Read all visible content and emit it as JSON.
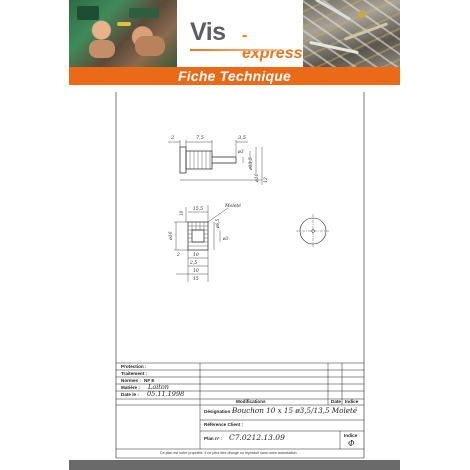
{
  "header": {
    "brand_vis": "Vis",
    "brand_express": "-express",
    "title": "Fiche Technique"
  },
  "drawing": {
    "side_view_dims": [
      "2",
      "7,5",
      "3,5",
      "ø3",
      "ø13,5",
      "ø10",
      "12"
    ],
    "front_view_dims": [
      "ø10",
      "15,5",
      "Moleté",
      "ø6,5",
      "10",
      "ø3",
      "10",
      "2",
      "2,5",
      "10",
      "15"
    ]
  },
  "title_block": {
    "labels": {
      "protection": "Protection :",
      "traitement": "Traitement :",
      "normes": "Normes :",
      "matiere": "Matière :",
      "date": "Date le :",
      "modifications": "Modifications",
      "date_col": "Date",
      "indice_col": "Indice",
      "designation": "Désignation :",
      "reference_client": "Référence Client :",
      "plan": "Plan n° :",
      "indice": "Indice"
    },
    "values": {
      "normes": "NF E",
      "matiere": "Laiton",
      "date": "05.11.1998",
      "designation": "Bouchon 10 x 15 ø3,5/13,5 Moleté",
      "plan": "C7.0212.13.09",
      "indice": "Φ"
    },
    "notice": "Ce plan est notre propriété. Il ne peut être divulgé ou reproduit sans notre autorisation."
  }
}
